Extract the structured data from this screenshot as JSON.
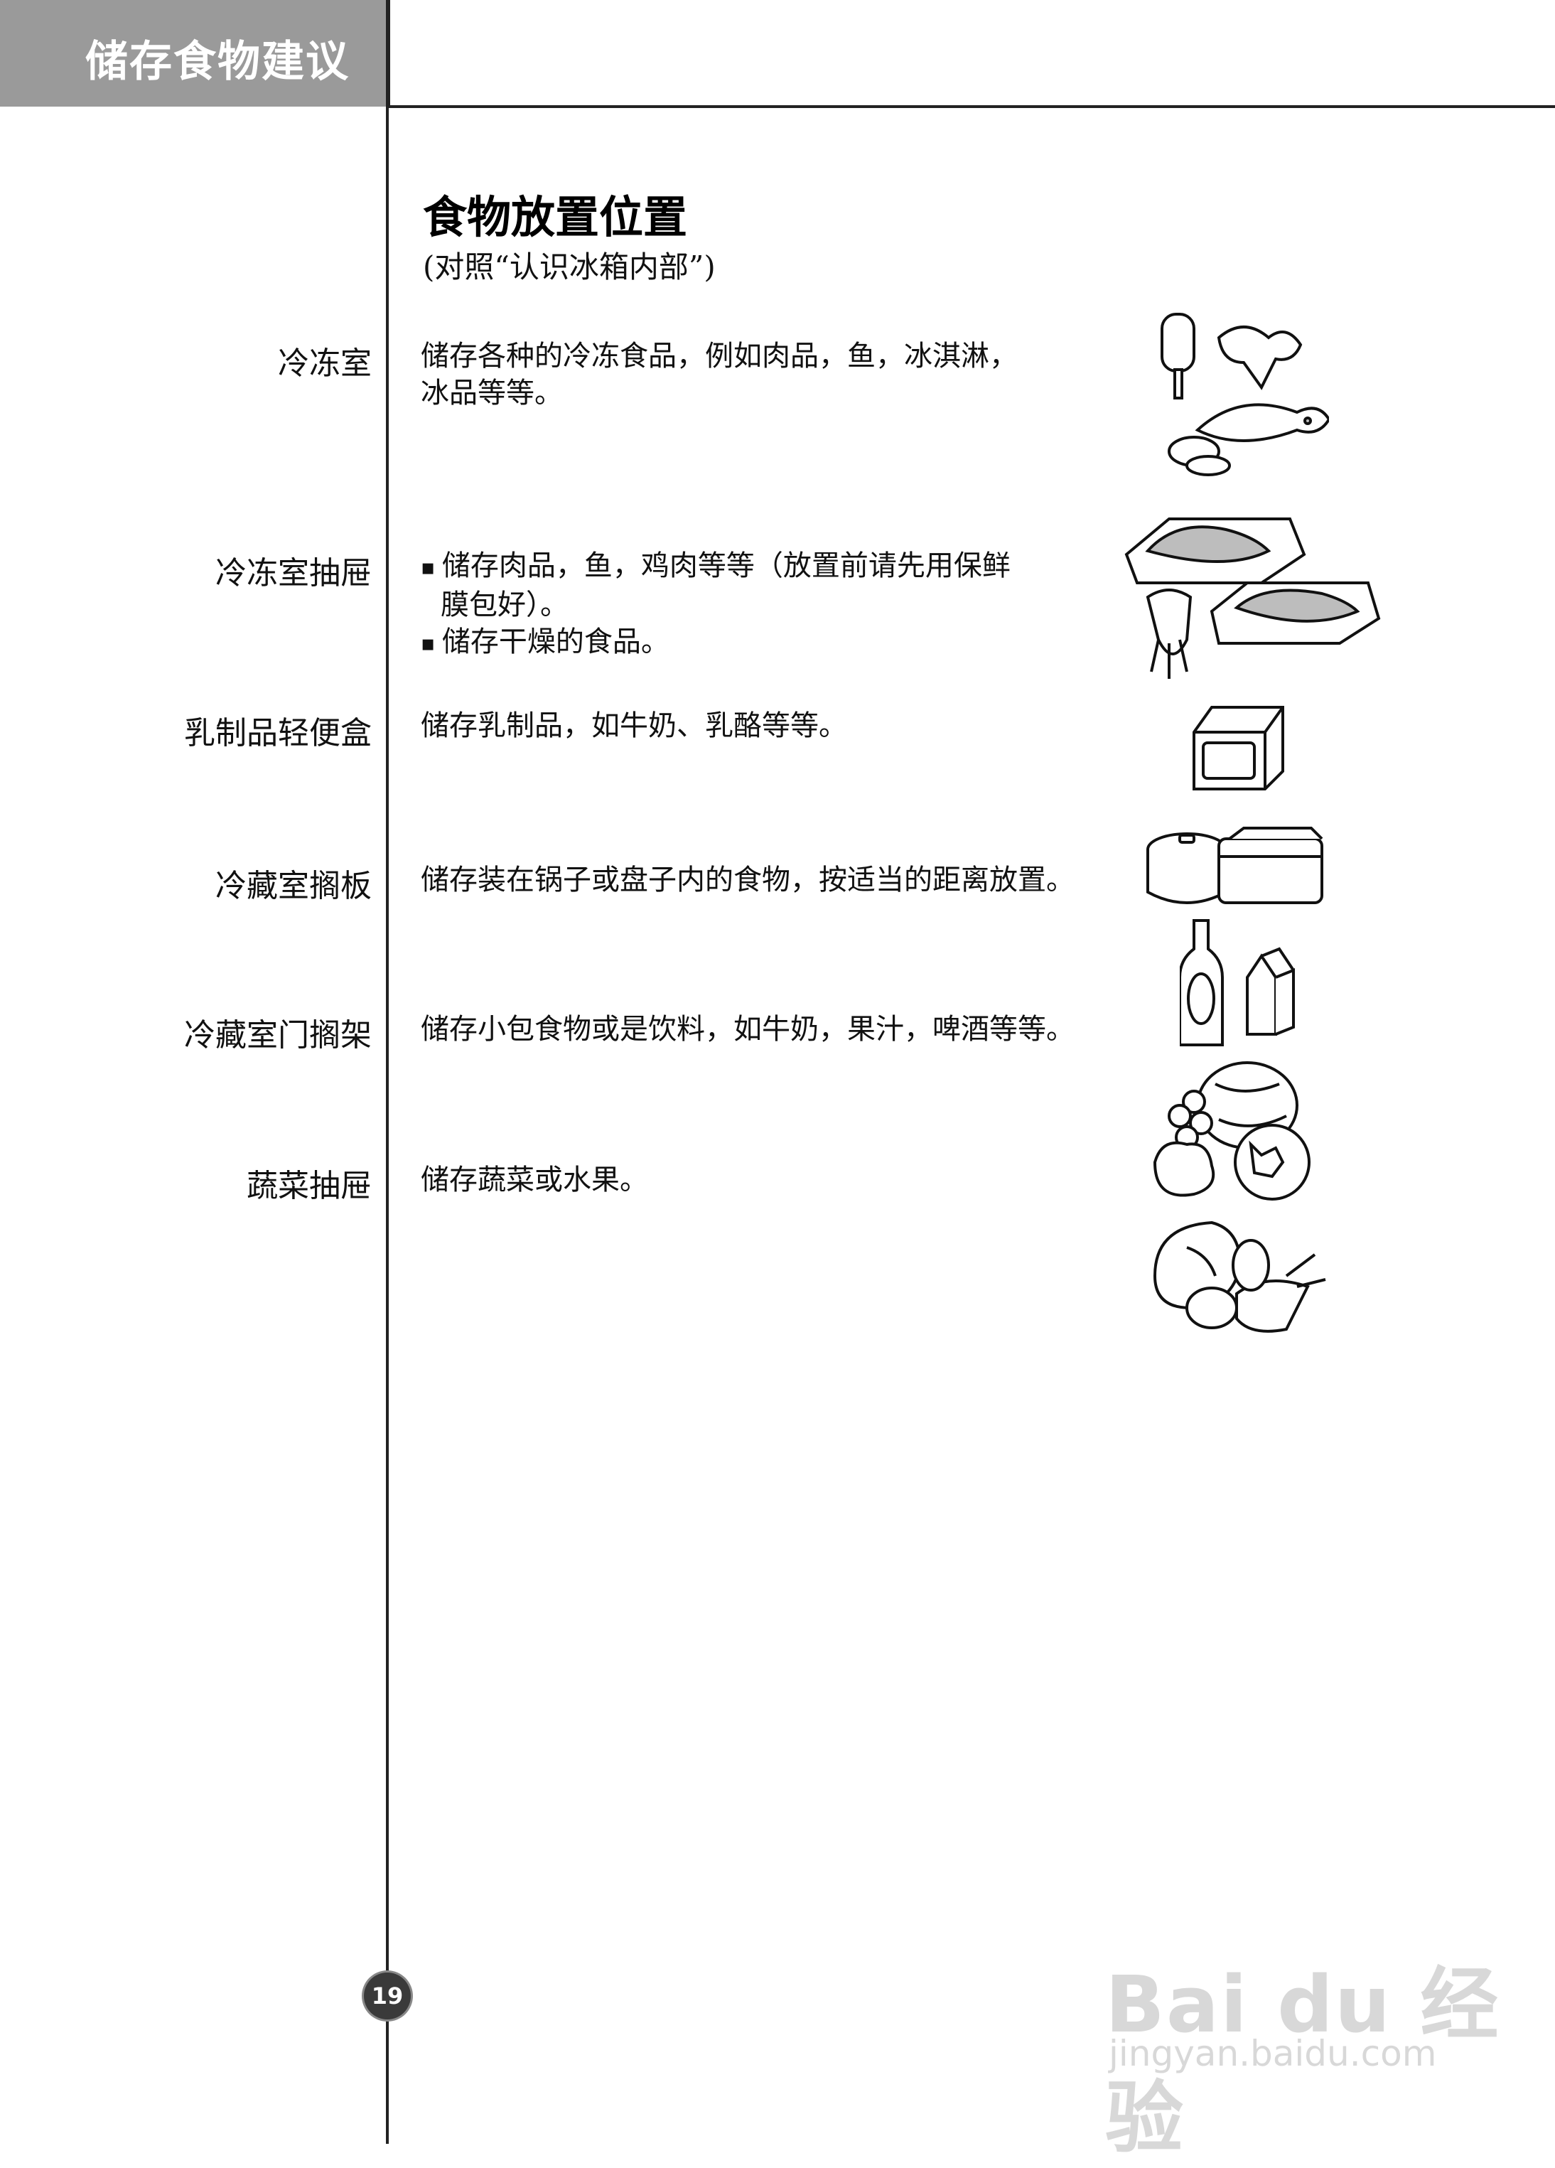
{
  "header": {
    "title": "储存食物建议"
  },
  "section": {
    "title": "食物放置位置",
    "subtitle": "(对照“认识冰箱内部”)"
  },
  "rows": [
    {
      "label": "冷冻室",
      "lines": [
        "储存各种的冷冻食品，例如肉品，鱼，冰淇淋，",
        "冰品等等。"
      ]
    },
    {
      "label": "冷冻室抽屉",
      "bullets": [
        {
          "line1": "储存肉品，鱼，鸡肉等等（放置前请先用保鲜",
          "line2": "膜包好）。"
        },
        {
          "line1": "储存干燥的食品。"
        }
      ]
    },
    {
      "label": "乳制品轻便盒",
      "lines": [
        "储存乳制品，如牛奶、乳酪等等。"
      ]
    },
    {
      "label": "冷藏室搁板",
      "lines": [
        "储存装在锅子或盘子内的食物，按适当的距离放置。"
      ]
    },
    {
      "label": "冷藏室门搁架",
      "lines": [
        "储存小包食物或是饮料，如牛奶，果汁，啤酒等等。"
      ]
    },
    {
      "label": "蔬菜抽屉",
      "lines": [
        "储存蔬菜或水果。"
      ]
    }
  ],
  "illustrations": [
    "ice-cream-and-fish-icon",
    "wrapped-meat-and-squid-icon",
    "dairy-box-icon",
    "pot-and-container-icon",
    "bottle-and-milk-carton-icon",
    "fruits-icon",
    "vegetables-icon"
  ],
  "footer": {
    "page_number": "19"
  },
  "watermark": {
    "main": "Bai du 经验",
    "sub": "jingyan.baidu.com"
  }
}
